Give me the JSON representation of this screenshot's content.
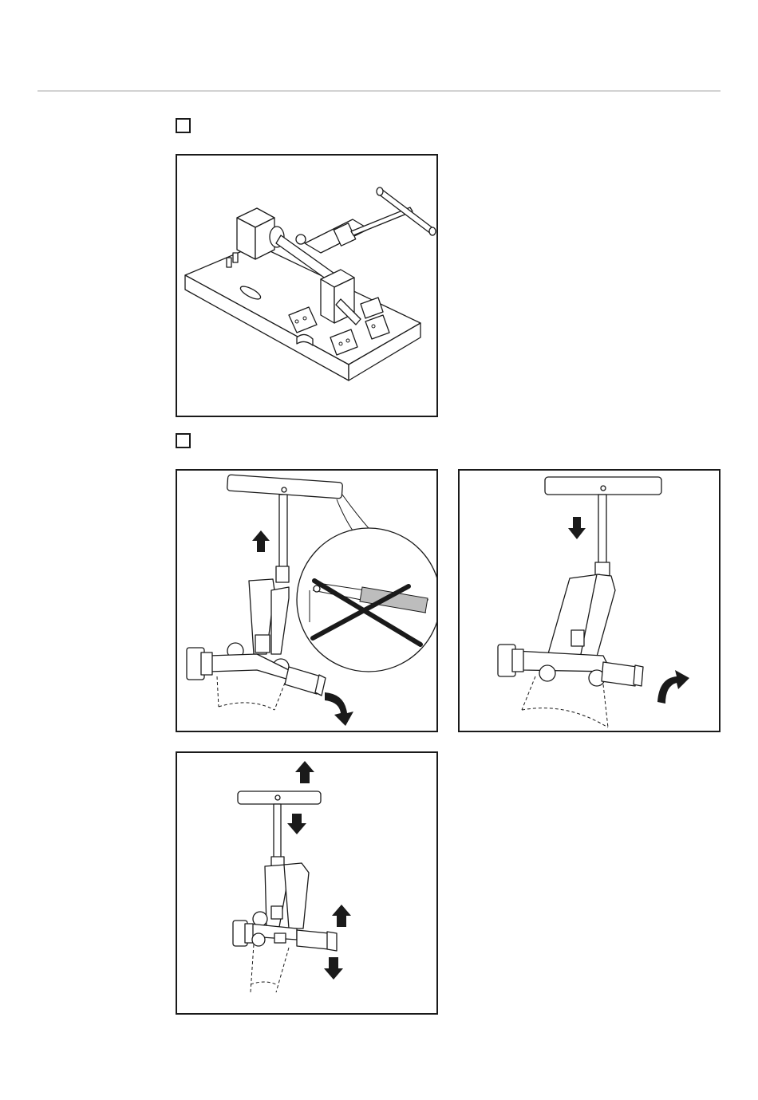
{
  "page": {
    "step_checkboxes": [
      {
        "label": "step-1",
        "checked": false
      },
      {
        "label": "step-2",
        "checked": false
      }
    ]
  },
  "figures": [
    {
      "name": "clamping-device-on-base-plate",
      "icon": "isometric-line-drawing"
    },
    {
      "name": "lever-raise-incorrect-use",
      "icon": "crossed-out-detail"
    },
    {
      "name": "lever-lower-rotate-torch",
      "icon": "curved-arrow"
    },
    {
      "name": "adjust-lever-and-neck",
      "icon": "up-down-arrows"
    }
  ],
  "colors": {
    "line": "#1a1a1a",
    "rule": "#d2d2d2",
    "gray_fill": "#bdbdbd"
  }
}
